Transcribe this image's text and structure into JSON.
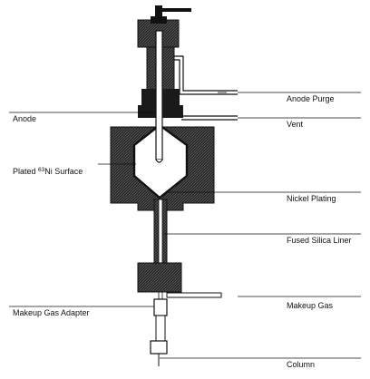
{
  "diagram": {
    "labels": {
      "anode_purge": "Anode Purge",
      "anode": "Anode",
      "vent": "Vent",
      "plated_prefix": "Plated ",
      "plated_isotope": "63",
      "plated_suffix": "Ni Surface",
      "nickel_plating": "Nickel Plating",
      "fused_silica_liner": "Fused Silica Liner",
      "makeup_gas": "Makeup Gas",
      "makeup_gas_adapter": "Makeup Gas Adapter",
      "column": "Column"
    },
    "colors": {
      "ink": "#111111",
      "background": "#ffffff",
      "hatch": "#555555"
    }
  }
}
